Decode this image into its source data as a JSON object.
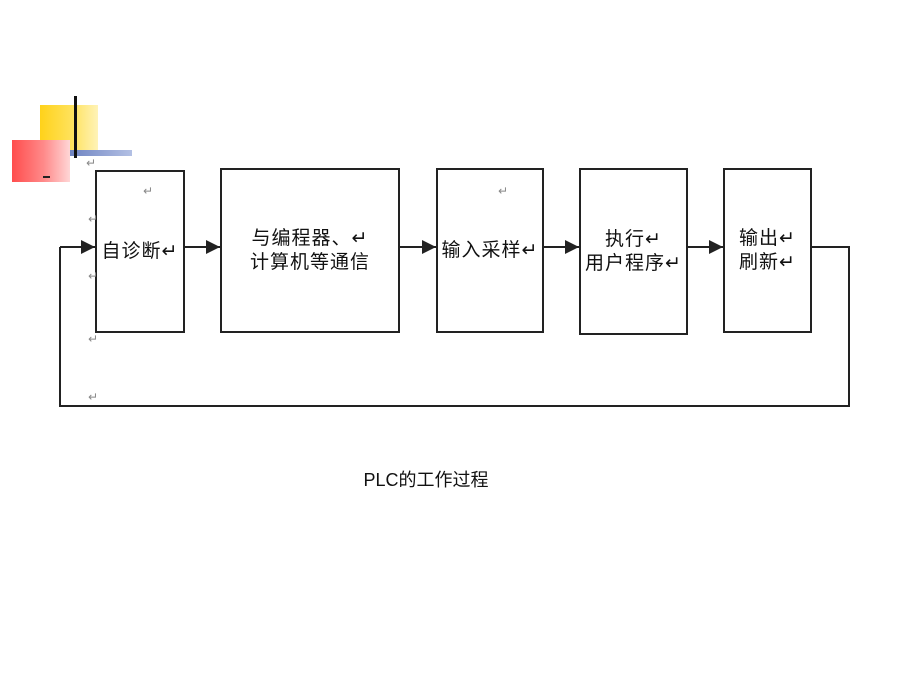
{
  "diagram": {
    "caption": "PLC的工作过程",
    "return_mark": "↵",
    "steps": [
      {
        "id": "self-diagnosis",
        "lines": [
          "自诊断↵"
        ]
      },
      {
        "id": "communication",
        "lines": [
          "与编程器、↵",
          "计算机等通信"
        ]
      },
      {
        "id": "input-sampling",
        "lines": [
          "输入采样↵"
        ]
      },
      {
        "id": "execute-program",
        "lines": [
          "执行↵",
          "用户程序↵"
        ]
      },
      {
        "id": "output-refresh",
        "lines": [
          "输出↵",
          "刷新↵"
        ]
      }
    ]
  }
}
